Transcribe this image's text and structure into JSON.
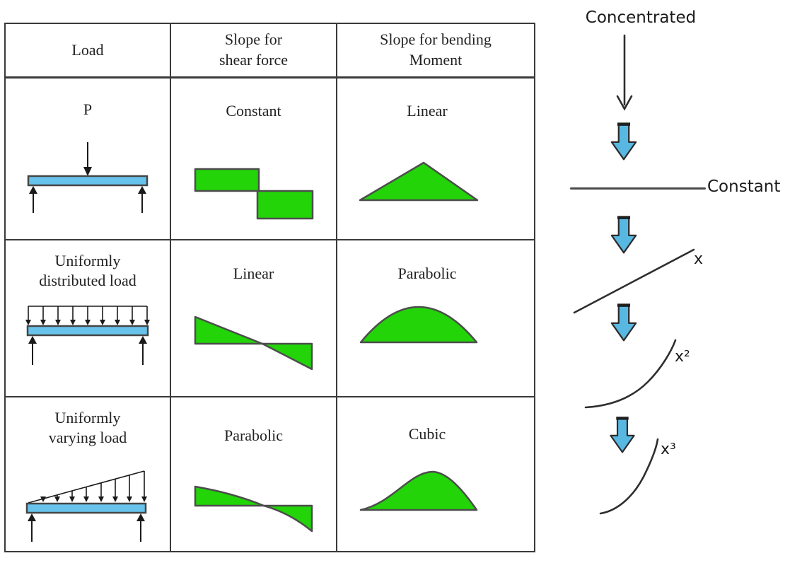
{
  "colors": {
    "green": "#22d408",
    "beam": "#68c3ec",
    "barrow": "#58b8e2",
    "tborder": "#3a3a3a",
    "text": "#222222",
    "ink": "#1b1b1b"
  },
  "table": {
    "headers": [
      {
        "label": "Load"
      },
      {
        "label": "Slope for shear force"
      },
      {
        "label": "Slope for bending Moment"
      }
    ],
    "rows": [
      {
        "load": "P",
        "shear": "Constant",
        "moment": "Linear",
        "load_diagram": "simply-supported-beam-center-point-load",
        "shear_shape": "stepped-rectangles",
        "moment_shape": "triangle"
      },
      {
        "load": "Uniformly distributed load",
        "shear": "Linear",
        "moment": "Parabolic",
        "load_diagram": "simply-supported-beam-uniformly-distributed-load",
        "shear_shape": "linear-bowtie",
        "moment_shape": "parabolic-dome"
      },
      {
        "load": "Uniformly varying load",
        "shear": "Parabolic",
        "moment": "Cubic",
        "load_diagram": "simply-supported-beam-uniformly-varying-load",
        "shear_shape": "parabolic-bowtie",
        "moment_shape": "cubic-dome"
      }
    ]
  },
  "annotation": {
    "title": "Concentrated",
    "steps": [
      {
        "label": "Constant",
        "shape": "horizontal-line"
      },
      {
        "label": "x",
        "shape": "rising-straight-line"
      },
      {
        "label": "x²",
        "shape": "rising-parabolic-curve"
      },
      {
        "label": "x³",
        "shape": "rising-cubic-curve"
      }
    ]
  }
}
